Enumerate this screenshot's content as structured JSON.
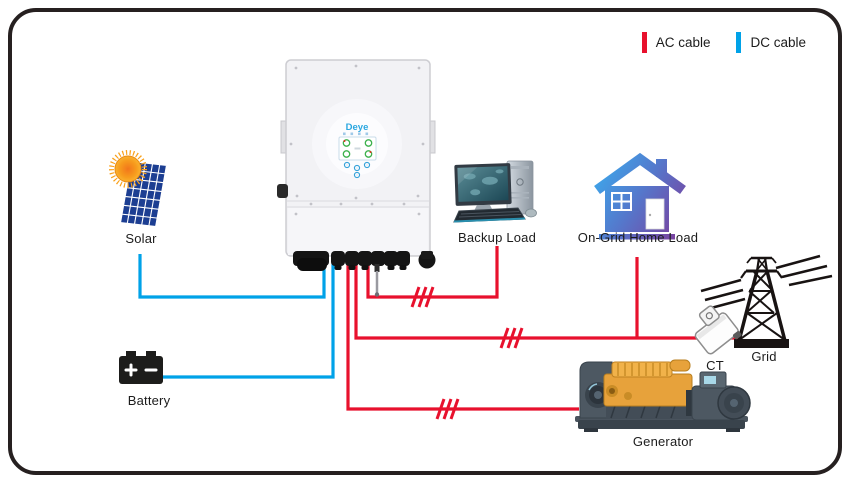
{
  "legend": {
    "items": [
      {
        "label": "AC cable",
        "color": "#e8112d"
      },
      {
        "label": "DC cable",
        "color": "#00a2e8"
      }
    ]
  },
  "nodes": {
    "solar": {
      "label": "Solar"
    },
    "battery": {
      "label": "Battery"
    },
    "inverter": {
      "brand": "Deye"
    },
    "backup_load": {
      "label": "Backup Load"
    },
    "ongrid_home_load": {
      "label": "On-Grid Home Load"
    },
    "grid": {
      "label": "Grid"
    },
    "ct": {
      "label": "CT"
    },
    "generator": {
      "label": "Generator"
    }
  },
  "colors": {
    "ac": "#e8112d",
    "dc": "#00a2e8",
    "text": "#1c1c1c",
    "frame": "#262020"
  }
}
